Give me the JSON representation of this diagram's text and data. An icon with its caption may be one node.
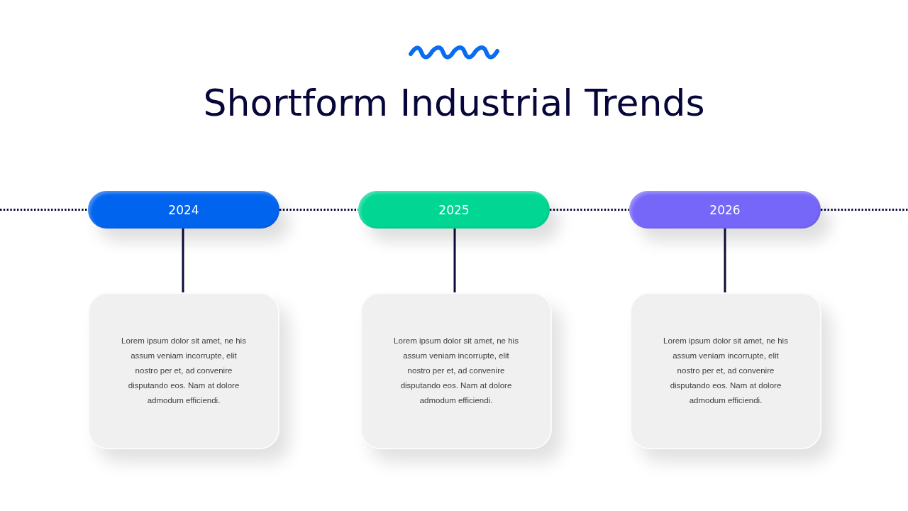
{
  "diagram": {
    "title": "Shortform Industrial Trends",
    "nodes": [
      {
        "text": [
          "2024"
        ]
      },
      {
        "text": [
          "2025"
        ]
      },
      {
        "text": [
          "2026"
        ]
      },
      {
        "text": [
          "Lorem ipsum dolor sit amet, ne his assum veniam incorrupte, elit nostro per et, ad convenire disputando eos. Nam at dolore admodum efficiendi."
        ]
      },
      {
        "text": [
          "Lorem ipsum dolor sit amet, ne his assum veniam incorrupte, elit nostro per et, ad convenire disputando eos. Nam at dolore admodum efficiendi."
        ]
      },
      {
        "text": [
          "Lorem ipsum dolor sit amet, ne his assum veniam incorrupte, elit nostro per et, ad convenire disputando eos. Nam at dolore admodum efficiendi."
        ]
      }
    ],
    "edges": [
      {
        "from": null,
        "to": 0,
        "arrow": "none",
        "style": "dashed"
      },
      {
        "from": 0,
        "to": 1,
        "arrow": "none",
        "style": "dashed"
      },
      {
        "from": 1,
        "to": 2,
        "arrow": "none",
        "style": "dashed"
      },
      {
        "from": 2,
        "to": null,
        "arrow": "none",
        "style": "dashed"
      },
      {
        "from": 0,
        "to": 3,
        "arrow": "none"
      },
      {
        "from": 1,
        "to": 4,
        "arrow": "none"
      },
      {
        "from": 2,
        "to": 5,
        "arrow": "none"
      }
    ]
  }
}
